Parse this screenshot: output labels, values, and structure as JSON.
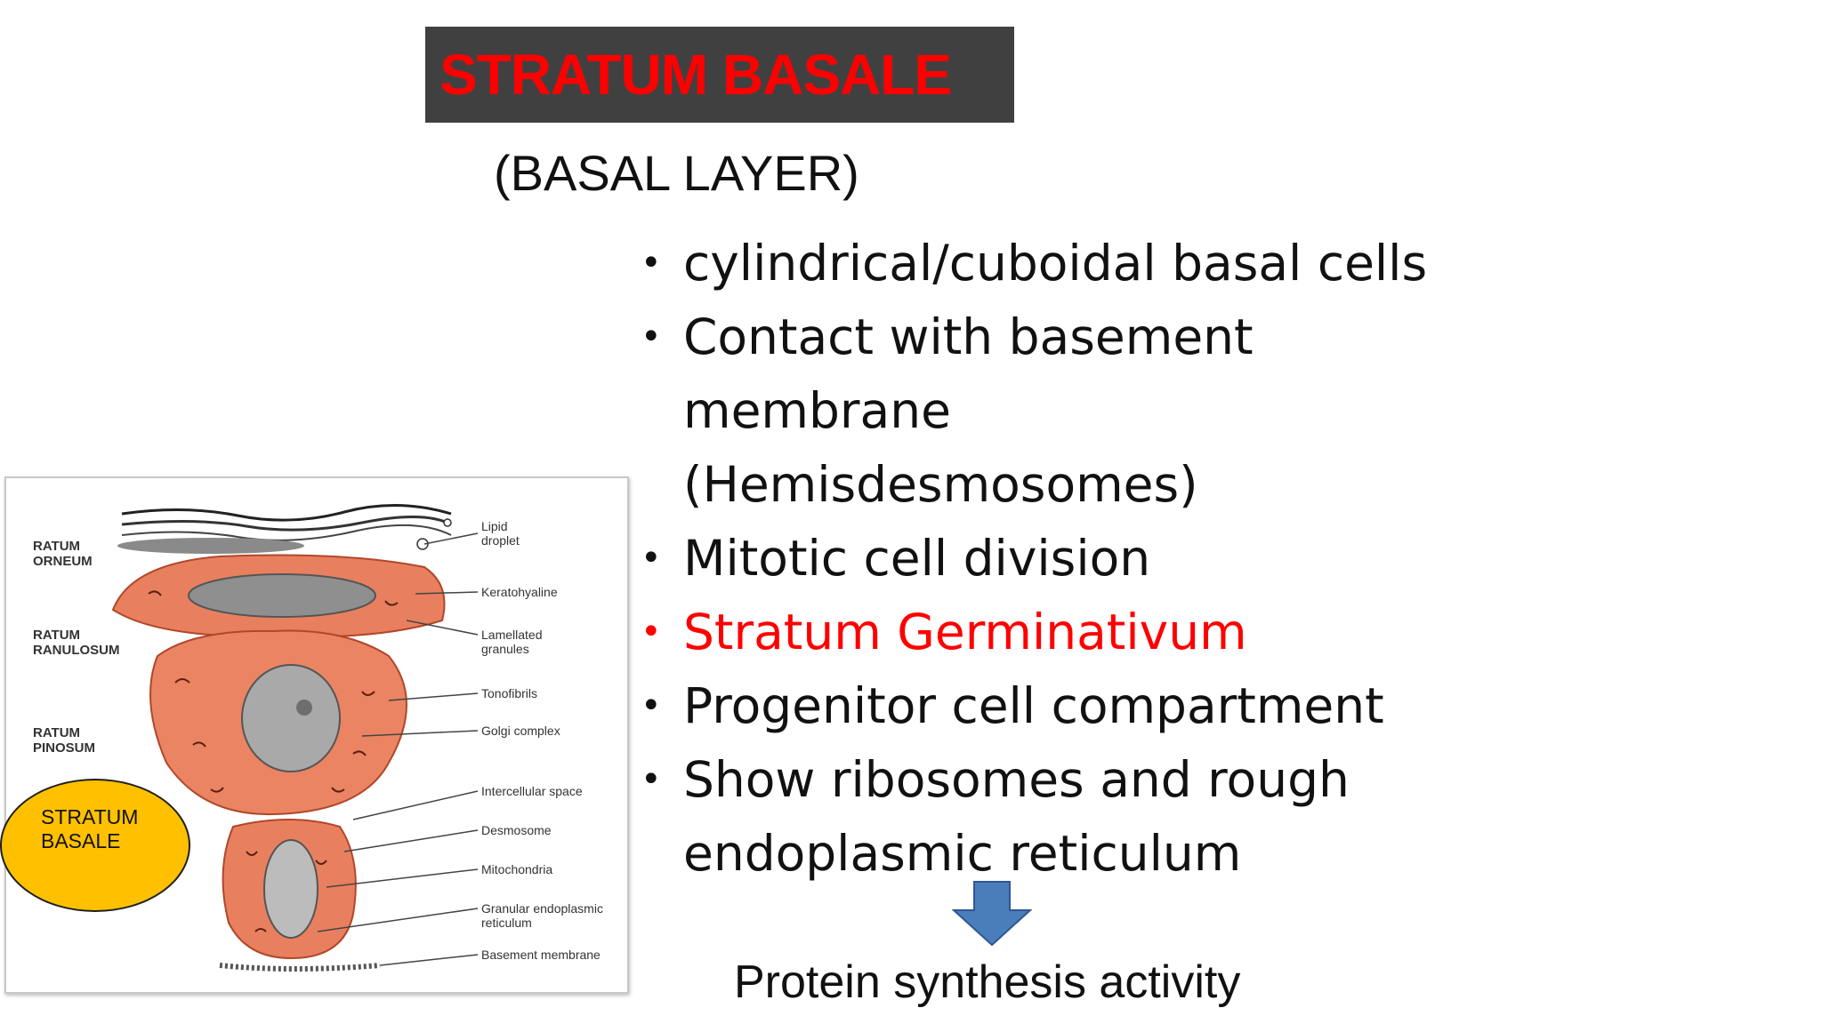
{
  "slide": {
    "title": "STRATUM BASALE",
    "subtitle": "(BASAL LAYER)",
    "bullets": [
      {
        "text": "cylindrical/cuboidal basal cells",
        "highlight": false
      },
      {
        "text": "Contact with basement membrane (Hemisdesmosomes)",
        "highlight": false
      },
      {
        "text": "Mitotic cell division",
        "highlight": false
      },
      {
        "text": "Stratum Germinativum",
        "highlight": true
      },
      {
        "text": "Progenitor cell compartment",
        "highlight": false
      },
      {
        "text": "Show ribosomes and rough endoplasmic reticulum",
        "highlight": false
      }
    ],
    "bullet_glyph": "•",
    "footer": "Protein synthesis activity",
    "colors": {
      "title_text": "#ff0000",
      "title_background": "#404040",
      "highlight": "#ff0000",
      "arrow": "#4a7ebb",
      "callout": "#ffc000",
      "cell": "#e8805f"
    }
  },
  "figure": {
    "layer_labels": [
      {
        "text": "RATUM\nORNEUM"
      },
      {
        "text": "RATUM\nRANULOSUM"
      },
      {
        "text": "RATUM\nPINOSUM"
      }
    ],
    "part_labels": [
      {
        "text": "Lipid\ndroplet"
      },
      {
        "text": "Keratohyaline"
      },
      {
        "text": "Lamellated\ngranules"
      },
      {
        "text": "Tonofibrils"
      },
      {
        "text": "Golgi complex"
      },
      {
        "text": "Intercellular space"
      },
      {
        "text": "Desmosome"
      },
      {
        "text": "Mitochondria"
      },
      {
        "text": "Granular endoplasmic\nreticulum"
      },
      {
        "text": "Basement membrane"
      }
    ],
    "callout": "STRATUM\nBASALE"
  }
}
